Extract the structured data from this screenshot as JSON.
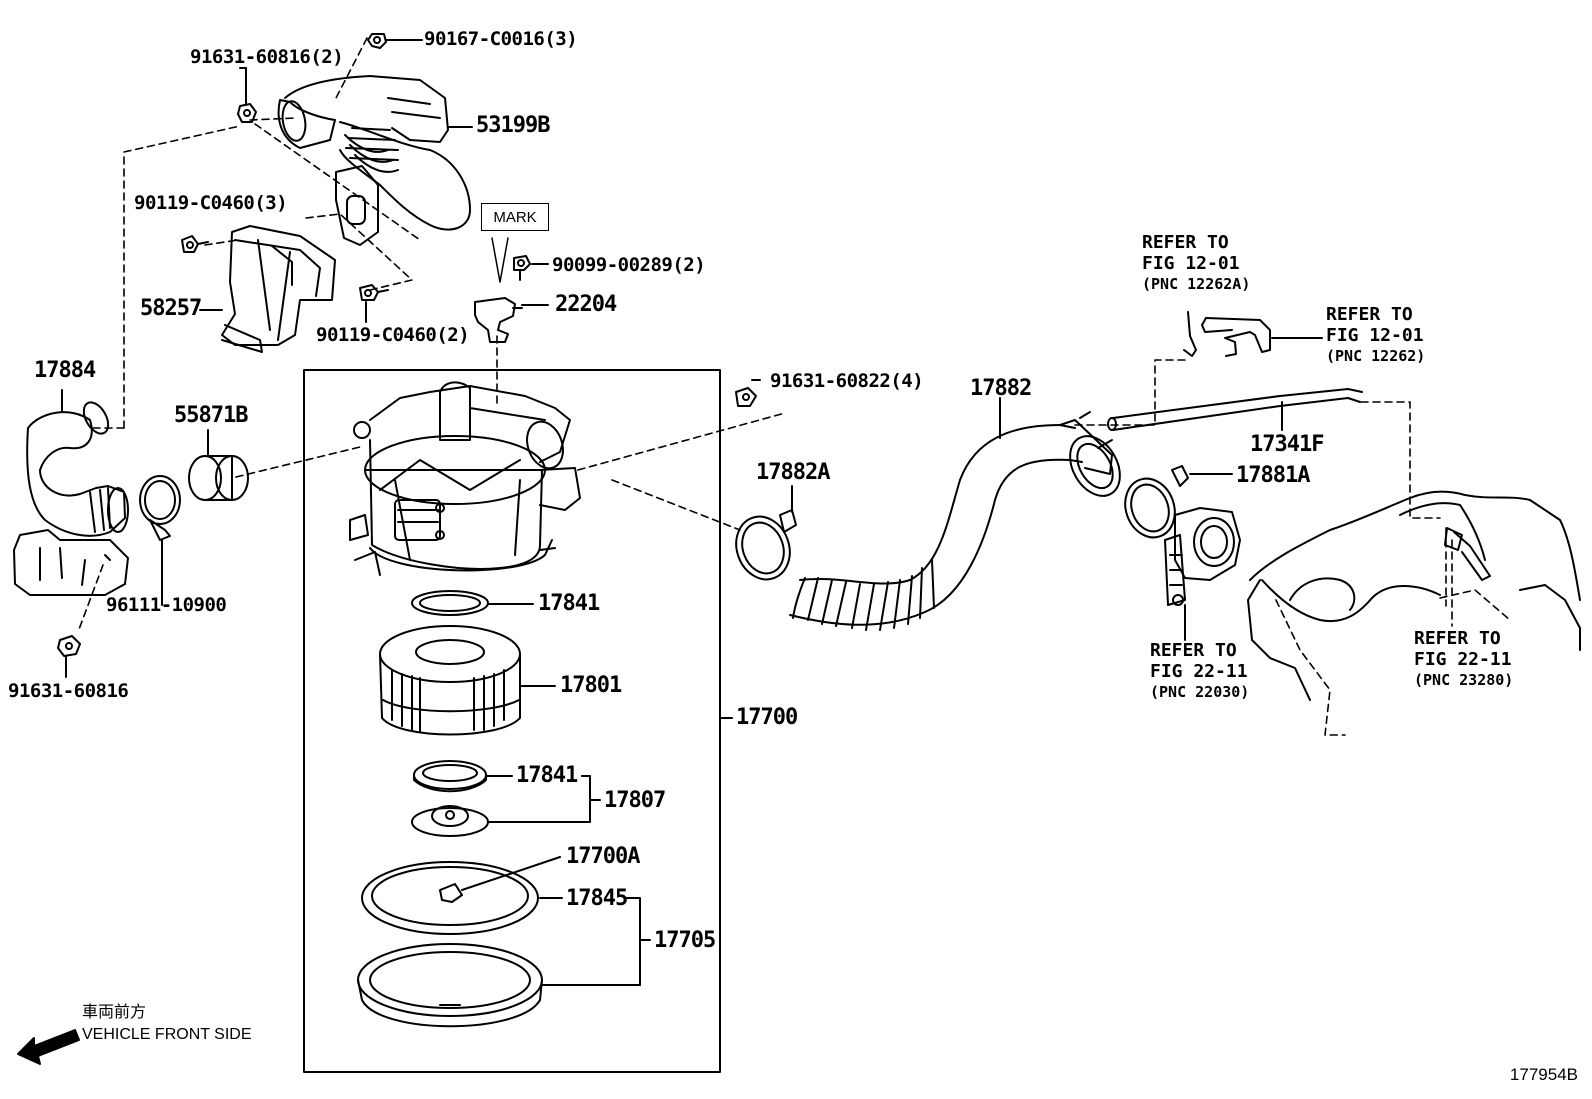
{
  "labels": {
    "p90167": "90167-C0016(3)",
    "p91631_2": "91631-60816(2)",
    "p53199b": "53199B",
    "p90119_3": "90119-C0460(3)",
    "p58257": "58257",
    "p90119_2": "90119-C0460(2)",
    "p90099": "90099-00289(2)",
    "p22204": "22204",
    "p17884": "17884",
    "p55871b": "55871B",
    "p96111": "96111-10900",
    "p91631_1": "91631-60816",
    "p91631_4": "91631-60822(4)",
    "p17882": "17882",
    "p17882a": "17882A",
    "p17881a": "17881A",
    "p17341f": "17341F",
    "p17841a": "17841",
    "p17801": "17801",
    "p17700": "17700",
    "p17841b": "17841",
    "p17807": "17807",
    "p17700a": "17700A",
    "p17845": "17845",
    "p17705": "17705"
  },
  "mark": "MARK",
  "refs": {
    "r1": {
      "line1": "REFER TO",
      "line2": "FIG 12-01",
      "pnc": "(PNC 12262A)"
    },
    "r2": {
      "line1": "REFER TO",
      "line2": "FIG 12-01",
      "pnc": "(PNC 12262)"
    },
    "r3": {
      "line1": "REFER TO",
      "line2": "FIG 22-11",
      "pnc": "(PNC 22030)"
    },
    "r4": {
      "line1": "REFER TO",
      "line2": "FIG 22-11",
      "pnc": "(PNC 23280)"
    }
  },
  "front": {
    "jp": "車両前方",
    "en": "VEHICLE FRONT SIDE"
  },
  "illustration_id": "177954B"
}
